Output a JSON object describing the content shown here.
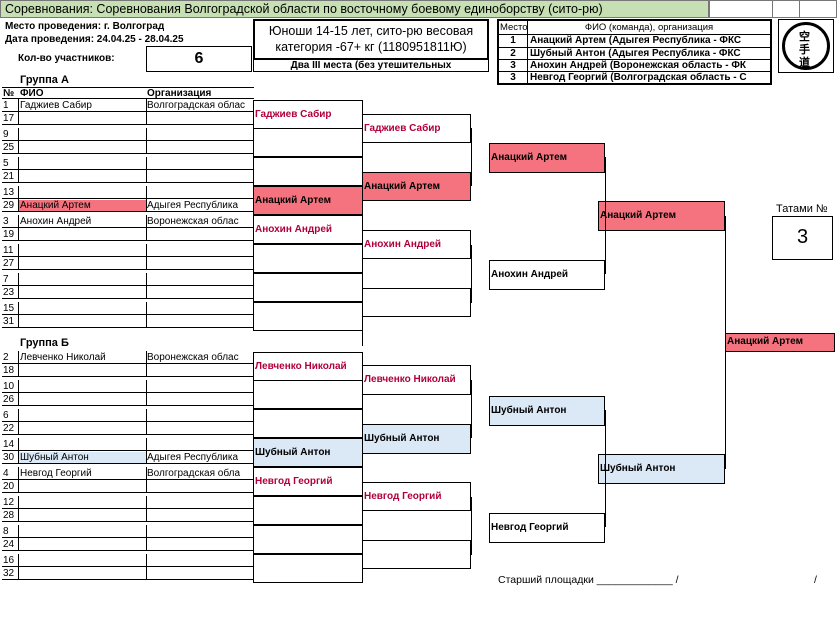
{
  "header": {
    "title": "Соревнования: Соревнования Волгоградской области по восточному боевому единоборству (сито-рю)",
    "venue": "Место проведения: г. Волгоград",
    "dates": "Дата проведения: 24.04.25 - 28.04.25",
    "participants_label": "Кол-во участников:",
    "participants_count": "6",
    "category_line1": "Юноши 14-15 лет, сито-рю весовая",
    "category_line2": "категория -67+ кг (1180951811Ю)",
    "third_places": "Два III места (без утешительных",
    "logo_glyph_1": "空",
    "logo_glyph_2": "手",
    "logo_glyph_3": "道"
  },
  "results": {
    "col_place": "Место",
    "col_name": "ФИО (команда), организация",
    "rows": [
      {
        "place": "1",
        "text": "Анацкий Артем  (Адыгея Республика - ФКС"
      },
      {
        "place": "2",
        "text": "Шубный Антон  (Адыгея Республика - ФКС"
      },
      {
        "place": "3",
        "text": "Анохин Андрей  (Воронежская область - ФК"
      },
      {
        "place": "3",
        "text": "Невгод Георгий  (Волгоградская область - С"
      }
    ]
  },
  "tatami": {
    "label": "Татами №",
    "number": "3"
  },
  "groupA": {
    "title": "Группа А",
    "col_no": "№",
    "col_name": "ФИО",
    "col_org": "Организация",
    "rows": [
      {
        "no": "1",
        "name": "Гаджиев Сабир",
        "org": "Волгоградская облас"
      },
      {
        "no": "17",
        "name": "",
        "org": ""
      },
      {
        "no": "9",
        "name": "",
        "org": ""
      },
      {
        "no": "25",
        "name": "",
        "org": ""
      },
      {
        "no": "5",
        "name": "",
        "org": ""
      },
      {
        "no": "21",
        "name": "",
        "org": ""
      },
      {
        "no": "13",
        "name": "",
        "org": ""
      },
      {
        "no": "29",
        "name": "Анацкий Артем",
        "org": "Адыгея Республика"
      },
      {
        "no": "3",
        "name": "Анохин Андрей",
        "org": "Воронежская облас"
      },
      {
        "no": "19",
        "name": "",
        "org": ""
      },
      {
        "no": "11",
        "name": "",
        "org": ""
      },
      {
        "no": "27",
        "name": "",
        "org": ""
      },
      {
        "no": "7",
        "name": "",
        "org": ""
      },
      {
        "no": "23",
        "name": "",
        "org": ""
      },
      {
        "no": "15",
        "name": "",
        "org": ""
      },
      {
        "no": "31",
        "name": "",
        "org": ""
      }
    ]
  },
  "groupB": {
    "title": "Группа Б",
    "rows": [
      {
        "no": "2",
        "name": "Левченко Николай",
        "org": "Воронежская облас"
      },
      {
        "no": "18",
        "name": "",
        "org": ""
      },
      {
        "no": "10",
        "name": "",
        "org": ""
      },
      {
        "no": "26",
        "name": "",
        "org": ""
      },
      {
        "no": "6",
        "name": "",
        "org": ""
      },
      {
        "no": "22",
        "name": "",
        "org": ""
      },
      {
        "no": "14",
        "name": "",
        "org": ""
      },
      {
        "no": "30",
        "name": "Шубный Антон",
        "org": "Адыгея Республика"
      },
      {
        "no": "4",
        "name": "Невгод Георгий",
        "org": "Волгоградская обла"
      },
      {
        "no": "20",
        "name": "",
        "org": ""
      },
      {
        "no": "12",
        "name": "",
        "org": ""
      },
      {
        "no": "28",
        "name": "",
        "org": ""
      },
      {
        "no": "8",
        "name": "",
        "org": ""
      },
      {
        "no": "24",
        "name": "",
        "org": ""
      },
      {
        "no": "16",
        "name": "",
        "org": ""
      },
      {
        "no": "32",
        "name": "",
        "org": ""
      }
    ]
  },
  "bracket": {
    "r1": [
      "Гаджиев Сабир",
      "Анацкий Артем",
      "Анохин Андрей",
      "Левченко Николай",
      "Шубный Антон",
      "Невгод Георгий"
    ],
    "r2": [
      "Гаджиев Сабир",
      "Анацкий Артем",
      "Анохин Андрей",
      "Левченко Николай",
      "Шубный Антон",
      "Невгод Георгий"
    ],
    "r3": [
      "Анацкий Артем",
      "Анохин Андрей",
      "Шубный Антон",
      "Невгод Георгий"
    ],
    "r4": [
      "Анацкий Артем",
      "Шубный Антон"
    ],
    "final": "Анацкий Артем"
  },
  "footer": {
    "senior": "Старший площадки _____________  /",
    "slash": "/"
  },
  "colors": {
    "winner": "#f4737e",
    "highlight_blue": "#dbe9f7",
    "name_red": "#b0003a",
    "title_bg": "#c6e0b4"
  }
}
